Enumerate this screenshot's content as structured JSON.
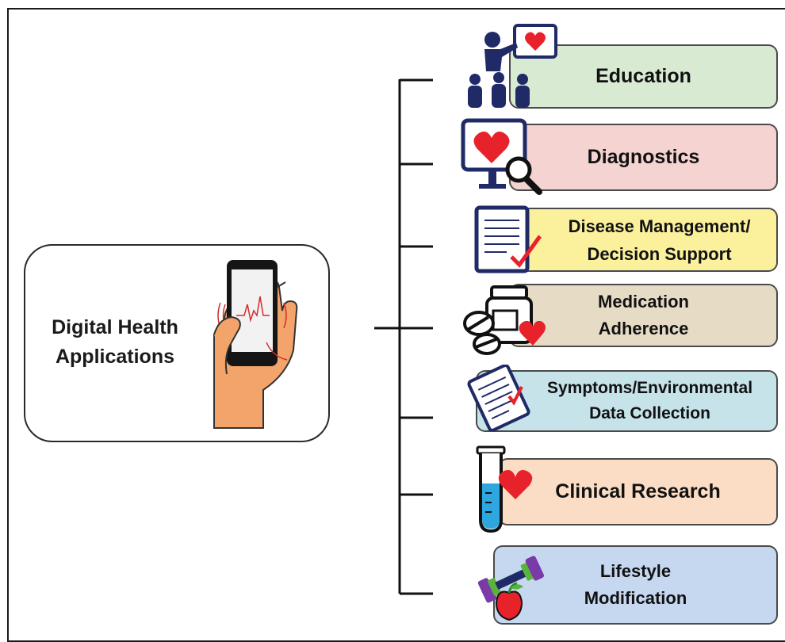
{
  "root": {
    "label": "Digital Health\nApplications"
  },
  "categories": [
    {
      "label": "Education",
      "color": "#d9ead3",
      "icon": "teacher-icon"
    },
    {
      "label": "Diagnostics",
      "color": "#f4d3d1",
      "icon": "monitor-magnifier-icon"
    },
    {
      "label": "Disease Management/\nDecision Support",
      "color": "#fbf19c",
      "icon": "checklist-icon"
    },
    {
      "label": "Medication\nAdherence",
      "color": "#e6dcc6",
      "icon": "pill-bottle-icon"
    },
    {
      "label": "Symptoms/Environmental\nData Collection",
      "color": "#c6e3ea",
      "icon": "clipboard-check-icon"
    },
    {
      "label": "Clinical Research",
      "color": "#fbddc5",
      "icon": "test-tube-icon"
    },
    {
      "label": "Lifestyle\nModification",
      "color": "#c5d8ef",
      "icon": "dumbbell-apple-icon"
    }
  ],
  "colors": {
    "heart": "#e8222b",
    "navy": "#1f2a66",
    "line": "#111111"
  }
}
